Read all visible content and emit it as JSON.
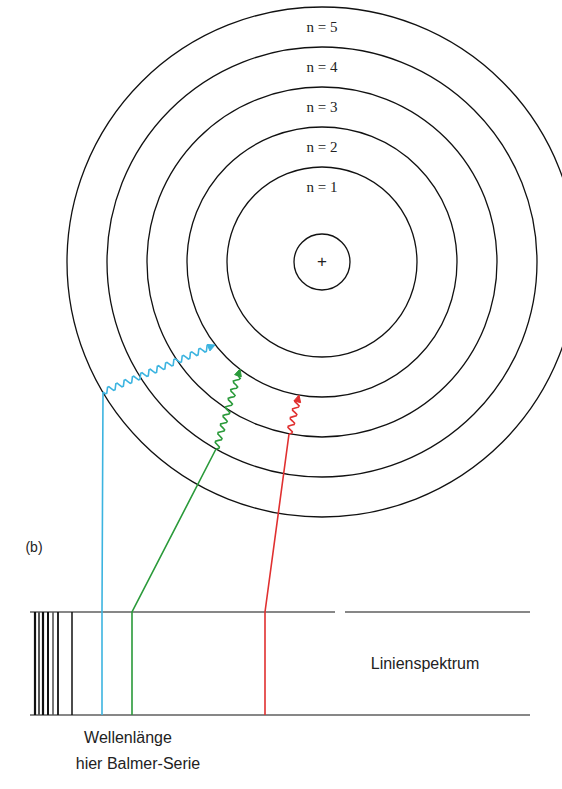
{
  "diagram": {
    "labels": [
      "n = 5",
      "n = 4",
      "n = 3",
      "n = 2",
      "n = 1",
      "+",
      "(b)",
      "Linienspektrum",
      "Wellenlänge",
      "hier Balmer-Serie"
    ]
  }
}
